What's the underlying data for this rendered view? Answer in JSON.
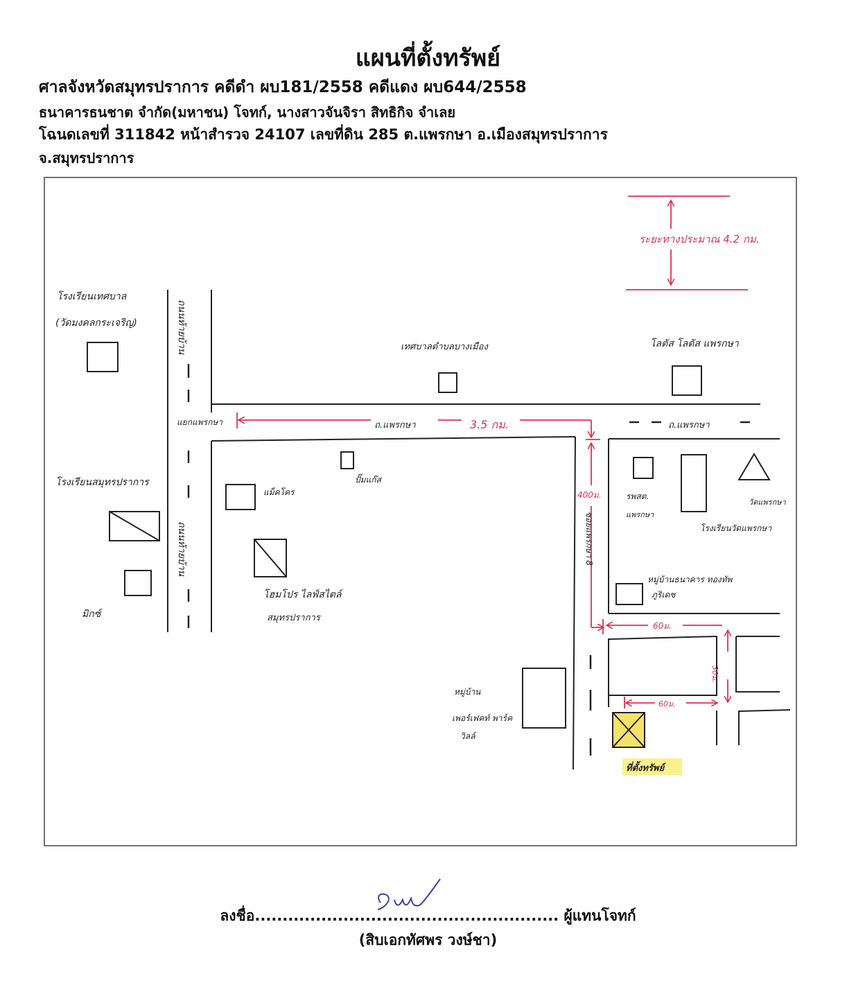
{
  "header": {
    "title": "แผนที่ตั้งทรัพย์",
    "line1": "ศาลจังหวัดสมุทรปราการ  คดีดำ ผบ181/2558  คดีแดง ผบ644/2558",
    "line2": "ธนาคารธนชาต จำกัด(มหาชน) โจทก์,  นางสาวจันจิรา สิทธิกิจ  จำเลย",
    "line3": "โฉนดเลขที่  311842  หน้าสำรวจ 24107  เลขที่ดิน 285 ต.แพรกษา อ.เมืองสมุทรปราการ",
    "line4": "จ.สมุทรปราการ"
  },
  "map": {
    "scale_note": "ระยะทางประมาณ 4.2 กม.",
    "roads": {
      "main_road_upper": "ถนนท้ายบ้าน",
      "main_road_lower": "ถนนท้ายบ้าน",
      "junction_label": "แยกแพรกษา",
      "praeksa_road_left": "ถ.แพรกษา",
      "praeksa_road_right": "ถ.แพรกษา",
      "side_road": "ซอยแพรกษา 8"
    },
    "distances": {
      "d1": "3.5 กม.",
      "d2": "400ม.",
      "d3": "60ม.",
      "d4": "30ม.",
      "d5": "60ม."
    },
    "landmarks": {
      "temple_school": "โรงเรียนเทศบาล",
      "temple_school_sub": "(วัดมงคลกระเจริญ)",
      "police": "เทศบาลตำบลบางเมือง",
      "tesco": "โลตัส โลตัส แพรกษา",
      "school_samut": "โรงเรียนสมุทรปราการ",
      "makro": "แม็คโคร",
      "gas": "ปั๊มแก๊ส",
      "big_c": "โฮมโปร ไลฟ์สไตล์",
      "big_c_sub": "สมุทรปราการ",
      "mikro": "มิกซ์",
      "police_station": "รพสต.",
      "police_station_sub": "แพรกษา",
      "temple": "วัดแพรกษา",
      "school_praeksa": "โรงเรียนวัดแพรกษา",
      "village": "หมู่บ้านธนาคาร ทองทัพ",
      "village_sub": "ภูริเดช",
      "lower_village": "หมู่บ้าน",
      "lower_village_2": "เพอร์เฟคท์ พาร์ค",
      "lower_village_3": "วิลล์",
      "property": "ที่ตั้งทรัพย์"
    }
  },
  "signature": {
    "line": "ลงชื่อ....................................................... ผู้แทนโจทก์",
    "name": "(สิบเอกทัศพร  วงษ์ชา)"
  }
}
